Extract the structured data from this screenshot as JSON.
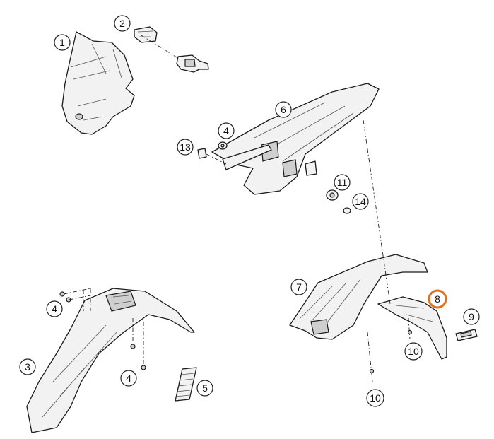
{
  "callouts": [
    {
      "id": "c1",
      "label": "1"
    },
    {
      "id": "c2",
      "label": "2"
    },
    {
      "id": "c3",
      "label": "3"
    },
    {
      "id": "c4a",
      "label": "4"
    },
    {
      "id": "c4b",
      "label": "4"
    },
    {
      "id": "c4c",
      "label": "4"
    },
    {
      "id": "c5",
      "label": "5"
    },
    {
      "id": "c6",
      "label": "6"
    },
    {
      "id": "c7",
      "label": "7"
    },
    {
      "id": "c8",
      "label": "8"
    },
    {
      "id": "c9",
      "label": "9"
    },
    {
      "id": "c10a",
      "label": "10"
    },
    {
      "id": "c10b",
      "label": "10"
    },
    {
      "id": "c11",
      "label": "11"
    },
    {
      "id": "c13",
      "label": "13"
    },
    {
      "id": "c14",
      "label": "14"
    }
  ],
  "highlight_color": "#e0701e"
}
